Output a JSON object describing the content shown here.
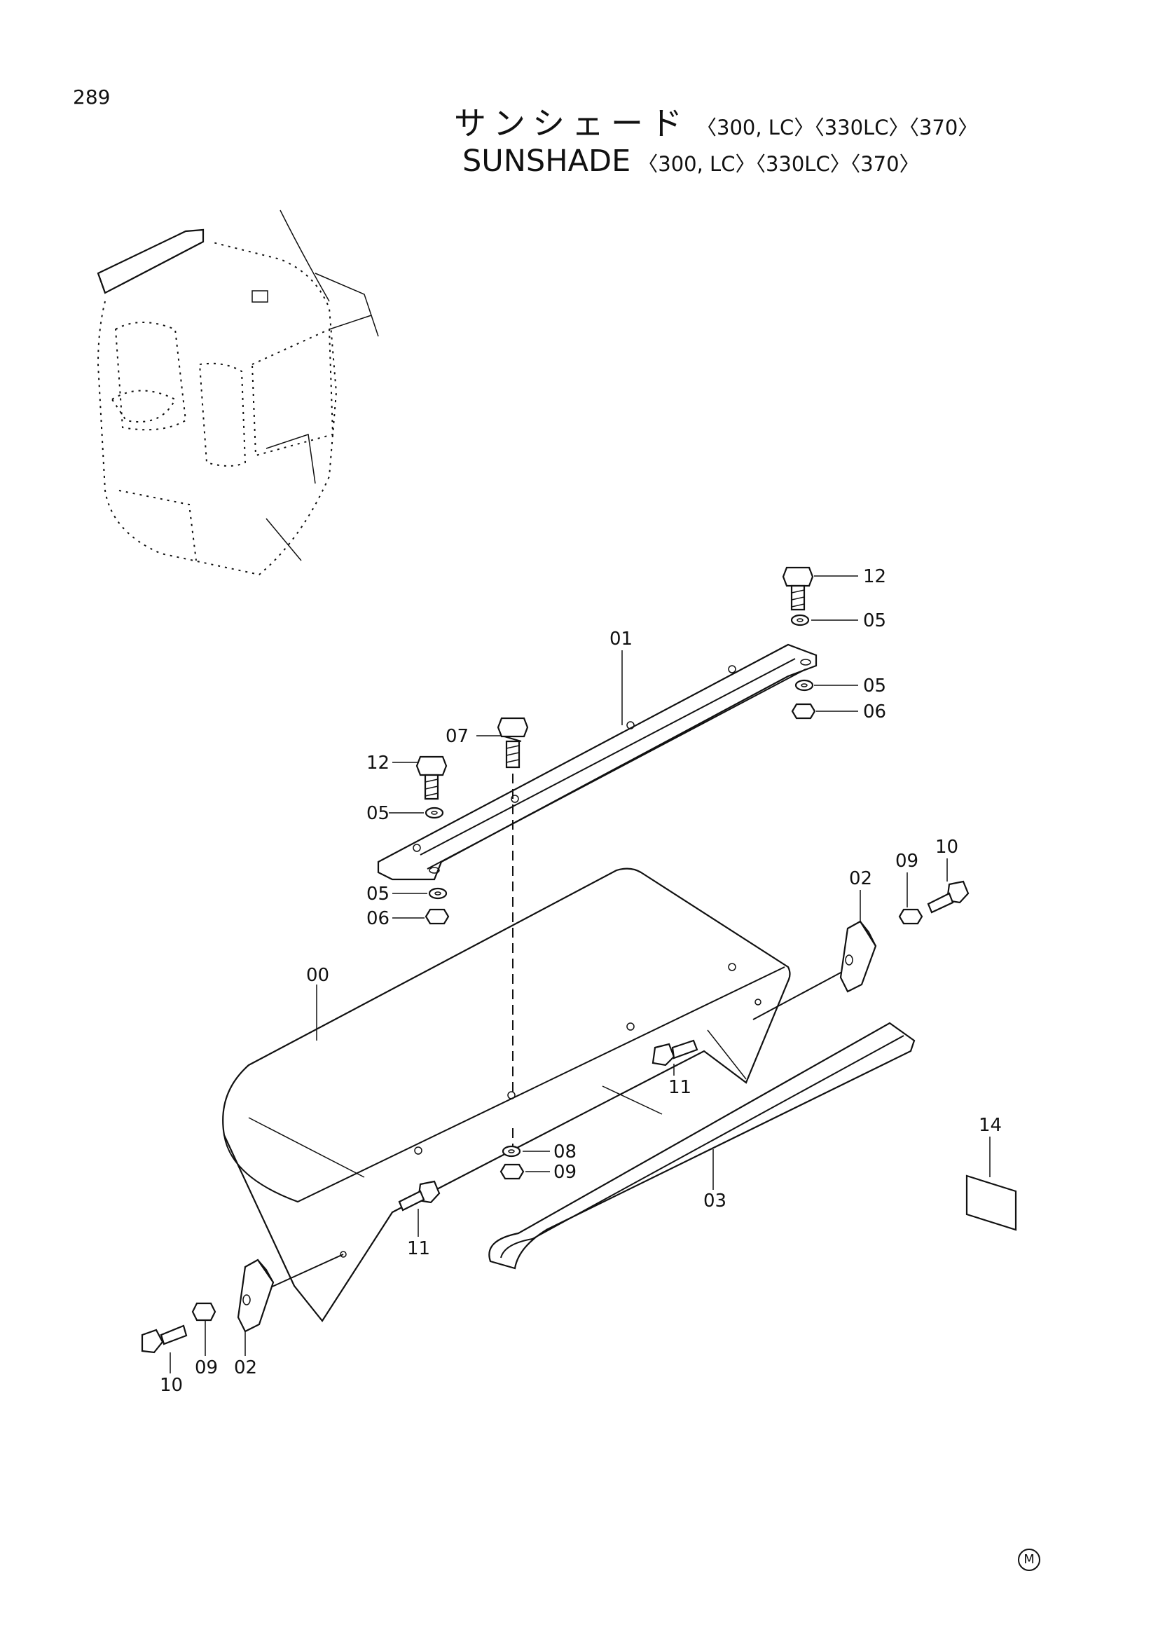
{
  "page_number": "289",
  "title_jp": "サンシェード",
  "title_en": "SUNSHADE",
  "models": "〈300, LC〉〈330LC〉〈370〉",
  "callouts": {
    "c00": "00",
    "c01": "01",
    "c02a": "02",
    "c02b": "02",
    "c03": "03",
    "c05a": "05",
    "c05b": "05",
    "c05c": "05",
    "c05d": "05",
    "c06a": "06",
    "c06b": "06",
    "c07": "07",
    "c08": "08",
    "c09a": "09",
    "c09b": "09",
    "c09c": "09",
    "c10a": "10",
    "c10b": "10",
    "c11a": "11",
    "c11b": "11",
    "c12a": "12",
    "c12b": "12",
    "c14": "14"
  },
  "mark": "M",
  "icons": [
    "cab-overview-icon",
    "hex-bolt-icon",
    "washer-icon",
    "nut-icon",
    "bracket-icon",
    "label-icon"
  ]
}
